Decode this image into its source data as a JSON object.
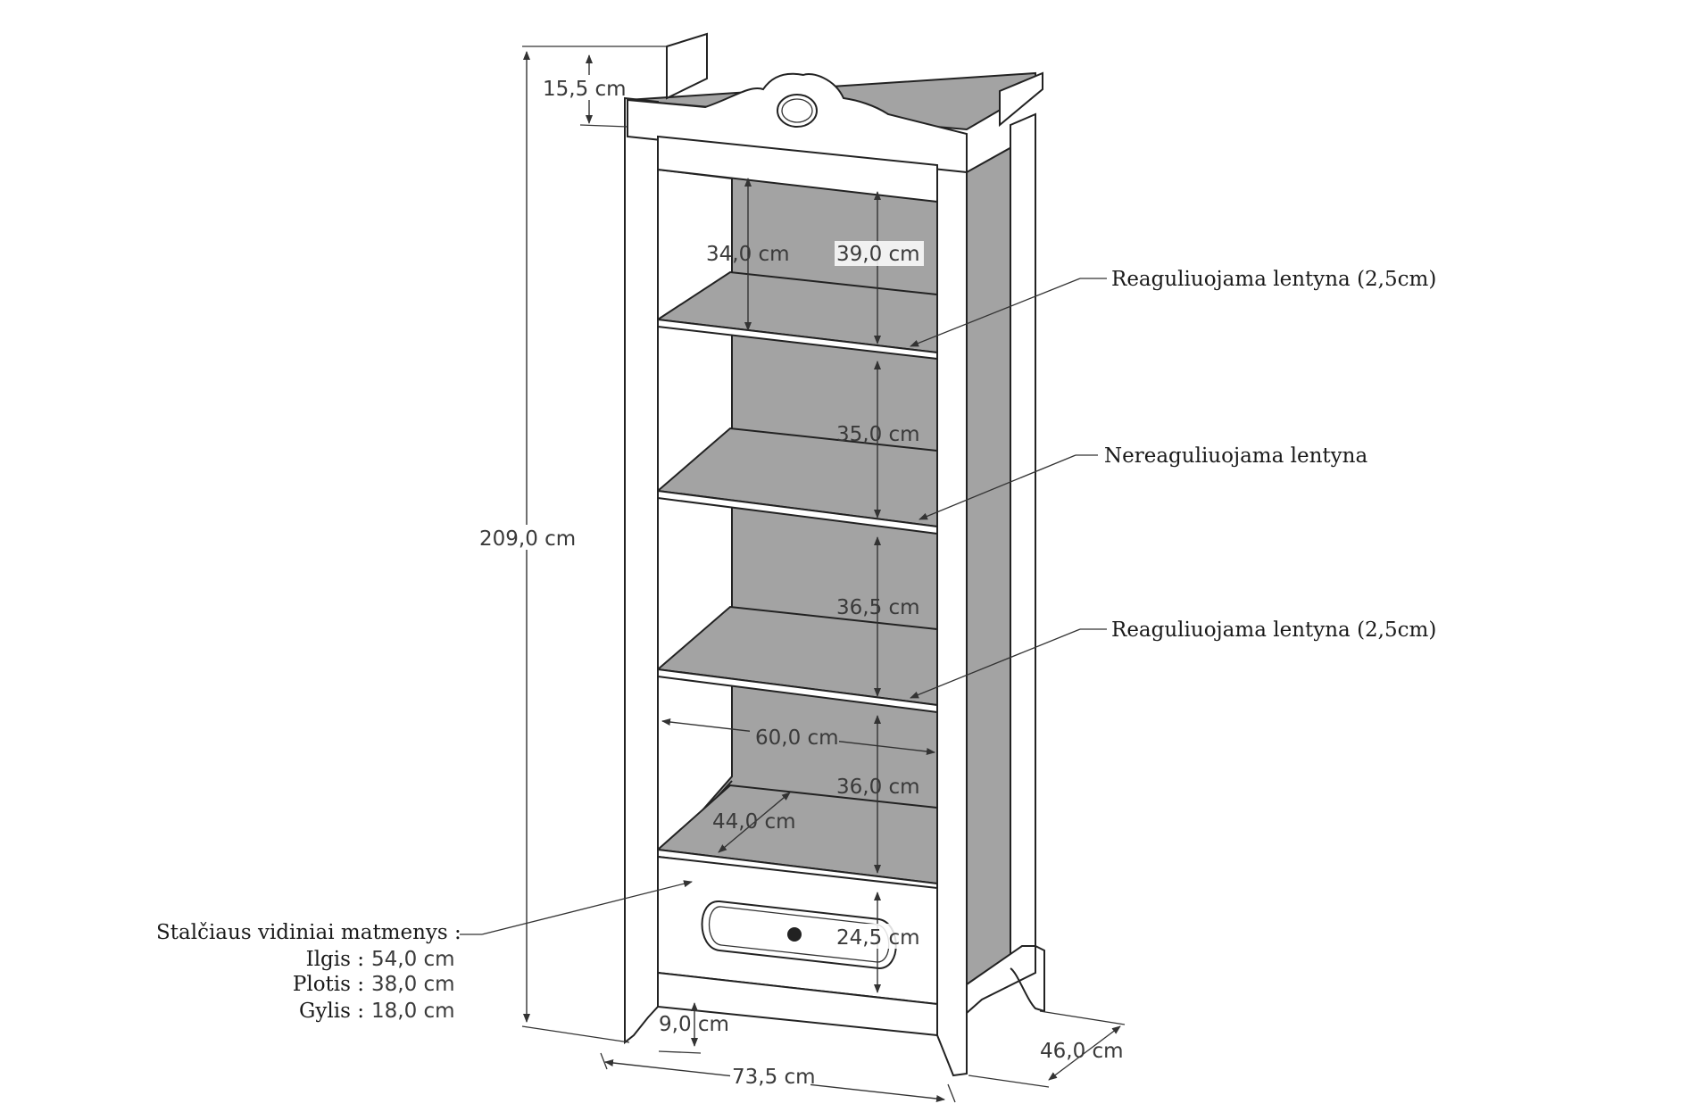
{
  "dimensions": {
    "top_height": "15,5 cm",
    "total_height": "209,0 cm",
    "shelf1_front": "34,0 cm",
    "shelf1_side": "39,0 cm",
    "shelf2": "35,0 cm",
    "shelf3": "36,5 cm",
    "shelf4": "36,0 cm",
    "inner_width": "60,0 cm",
    "inner_depth": "44,0 cm",
    "drawer_height": "24,5 cm",
    "leg_height": "9,0 cm",
    "total_width": "73,5 cm",
    "total_depth": "46,0 cm"
  },
  "labels": {
    "adjustable_top": "Reaguliuojama lentyna (2,5cm)",
    "fixed_middle": "Nereaguliuojama lentyna",
    "adjustable_bottom": "Reaguliuojama lentyna (2,5cm)"
  },
  "drawer_inner": {
    "title": "Stalčiaus vidiniai matmenys :",
    "length_label": "Ilgis :",
    "length_value": "54,0 cm",
    "width_label": "Plotis :",
    "width_value": "38,0 cm",
    "depth_label": "Gylis :",
    "depth_value": "18,0 cm"
  }
}
